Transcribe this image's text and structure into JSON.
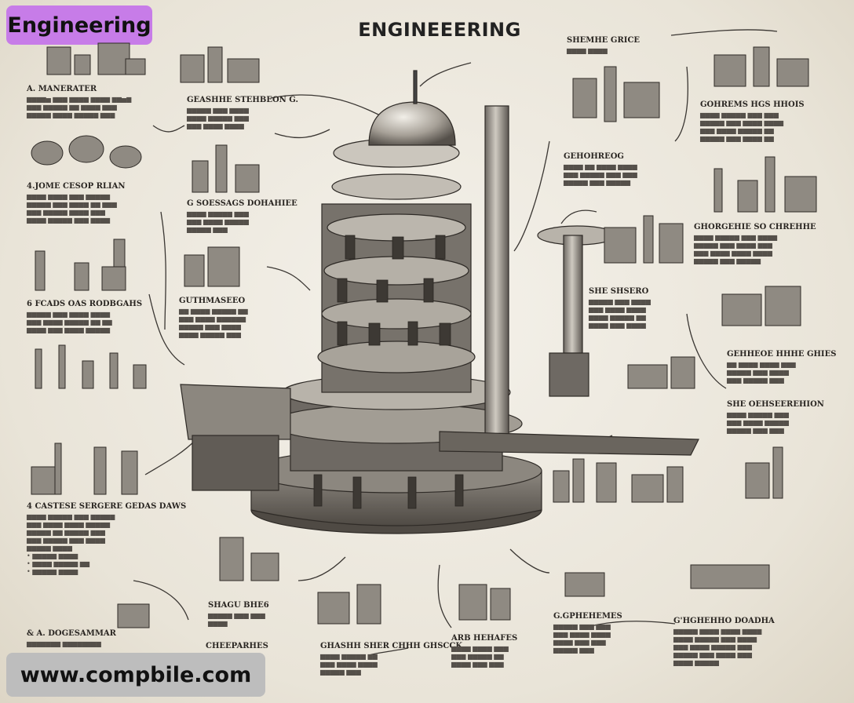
{
  "badges": {
    "top": "Engineering",
    "bottom": "www.compbile.com"
  },
  "illustration": {
    "title": "ENGINEEERING"
  },
  "colors": {
    "badge_top_bg": "#c77ce8",
    "badge_bottom_bg": "#bdbdbd",
    "ink": "#3a3632",
    "paper": "#efebe2"
  },
  "annotations": [
    {
      "heading": "A. MANERATER"
    },
    {
      "heading": "4.JOME CESOP RLIAN"
    },
    {
      "heading": "6 FCADS OAS RODBGAHS"
    },
    {
      "heading": "4 CASTESE SERGERE GEDAS DAWS"
    },
    {
      "heading": "& A. DOGESAMMAR"
    },
    {
      "heading": "GEASHHE STEHBEON G."
    },
    {
      "heading": "G SOESSAGS DOHAHIEE"
    },
    {
      "heading": "GUTHMASEEO"
    },
    {
      "heading": "SHAGU BHE6"
    },
    {
      "heading": "CHEEPARHES"
    },
    {
      "heading": "GHASHH SHER CHHH GHSCCK"
    },
    {
      "heading": "ARB HEHAFES"
    },
    {
      "heading": "G.GPHEHEMES"
    },
    {
      "heading": "G'HGHEHHO DOADHA"
    },
    {
      "heading": "SHEMHE GRICE"
    },
    {
      "heading": "GOHREMS HGS HHOIS"
    },
    {
      "heading": "GEHOHREOG"
    },
    {
      "heading": "GHORGEHIE SO CHREHHE"
    },
    {
      "heading": "SHE SHSERO"
    },
    {
      "heading": "GEHHEOE HHHE GHIES"
    },
    {
      "heading": "SHE OEHSEEREHION"
    }
  ]
}
